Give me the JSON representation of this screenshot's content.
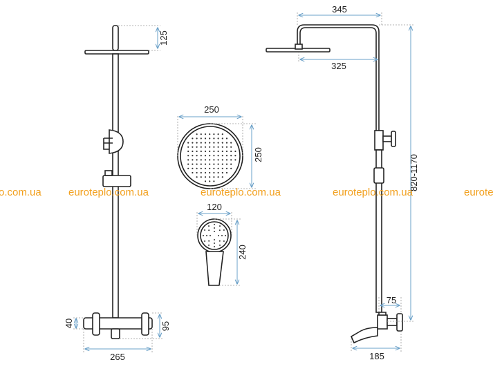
{
  "watermark": {
    "text": "euroteplo.com.ua",
    "fragment_left": "o.com.ua",
    "fragment_right": "eurote",
    "color": "#f2a01e"
  },
  "dimensions": {
    "head_height": "125",
    "mixer_height_left": "40",
    "mixer_height_right": "95",
    "mixer_width": "265",
    "arm_length_total": "345",
    "arm_length_head": "325",
    "height_range": "820-1170",
    "wall_offset": "75",
    "spout_length": "185",
    "rain_head_width": "250",
    "rain_head_height": "250",
    "hand_shower_width": "120",
    "hand_shower_length": "240"
  },
  "colors": {
    "outline": "#222222",
    "dimension_line": "#6aa0c8",
    "extension_line": "#9a9a9a"
  }
}
